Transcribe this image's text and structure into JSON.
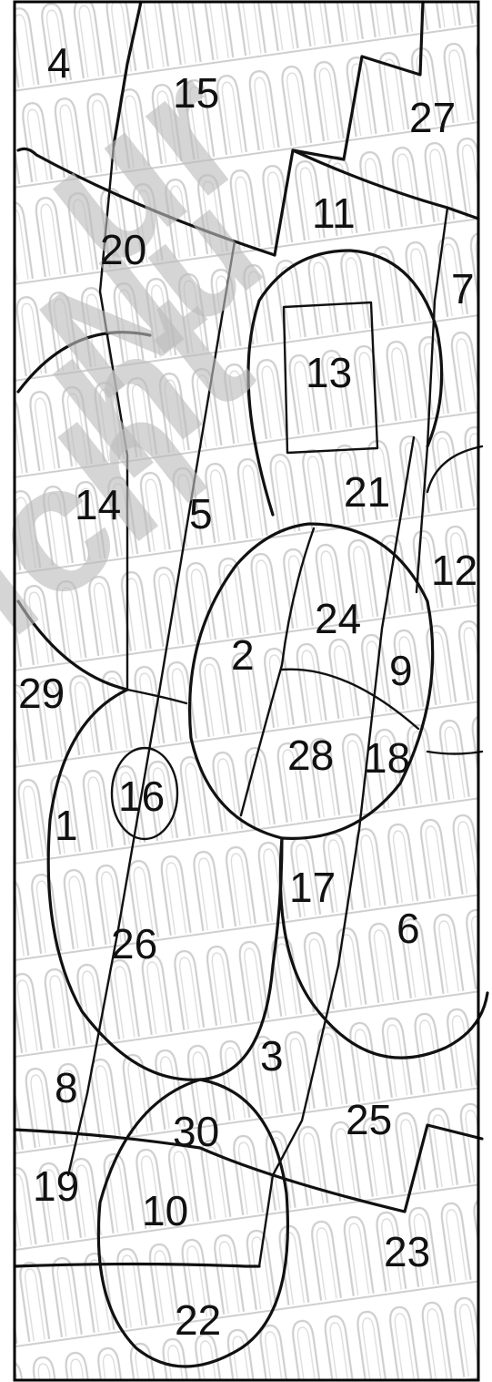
{
  "figure": {
    "background_color": "#ffffff",
    "line_color": "#111111",
    "hatch_color": "#cfcfcf",
    "watermark_color": "#bcbcbc",
    "watermark_text": [
      "ur",
      "ht",
      "ich",
      "Nu"
    ]
  },
  "regions": [
    {
      "id": "1",
      "label": "1"
    },
    {
      "id": "2",
      "label": "2"
    },
    {
      "id": "3",
      "label": "3"
    },
    {
      "id": "4",
      "label": "4"
    },
    {
      "id": "5",
      "label": "5"
    },
    {
      "id": "6",
      "label": "6"
    },
    {
      "id": "7",
      "label": "7"
    },
    {
      "id": "8",
      "label": "8"
    },
    {
      "id": "9",
      "label": "9"
    },
    {
      "id": "10",
      "label": "10"
    },
    {
      "id": "11",
      "label": "11"
    },
    {
      "id": "12",
      "label": "12"
    },
    {
      "id": "13",
      "label": "13"
    },
    {
      "id": "14",
      "label": "14"
    },
    {
      "id": "15",
      "label": "15"
    },
    {
      "id": "16",
      "label": "16"
    },
    {
      "id": "17",
      "label": "17"
    },
    {
      "id": "18",
      "label": "18"
    },
    {
      "id": "19",
      "label": "19"
    },
    {
      "id": "20",
      "label": "20"
    },
    {
      "id": "21",
      "label": "21"
    },
    {
      "id": "22",
      "label": "22"
    },
    {
      "id": "23",
      "label": "23"
    },
    {
      "id": "24",
      "label": "24"
    },
    {
      "id": "25",
      "label": "25"
    },
    {
      "id": "26",
      "label": "26"
    },
    {
      "id": "27",
      "label": "27"
    },
    {
      "id": "28",
      "label": "28"
    },
    {
      "id": "29",
      "label": "29"
    },
    {
      "id": "30",
      "label": "30"
    }
  ]
}
